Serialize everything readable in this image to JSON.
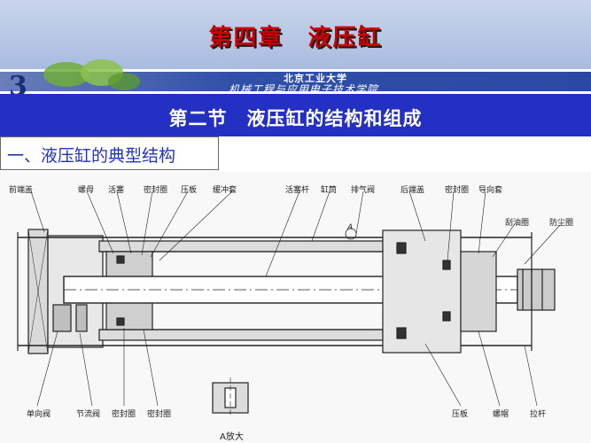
{
  "header": {
    "chapter_title": "第四章　液压缸",
    "logo_number": "3",
    "university_name": "北京工业大学",
    "college_name": "机械工程与应用电子技术学院"
  },
  "section_title": "第二节　液压缸的结构和组成",
  "subheading": "一、液压缸的典型结构",
  "drawing": {
    "labels_top": [
      "前端盖",
      "螺母",
      "活塞",
      "密封圈",
      "压板",
      "缓冲套",
      "活塞杆",
      "缸筒",
      "排气阀",
      "后端盖",
      "密封圈",
      "导向套",
      "刮油圈",
      "防尘圈"
    ],
    "labels_bottom": [
      "单向阀",
      "节流阀",
      "密封圈",
      "密封圈",
      "压板",
      "螺帽",
      "拉杆"
    ],
    "marker_a": "A",
    "detail_caption": "A放大"
  },
  "colors": {
    "section_band": "#2430c4",
    "chapter_text": "#cc0000",
    "subheading_text": "#2233bb"
  }
}
